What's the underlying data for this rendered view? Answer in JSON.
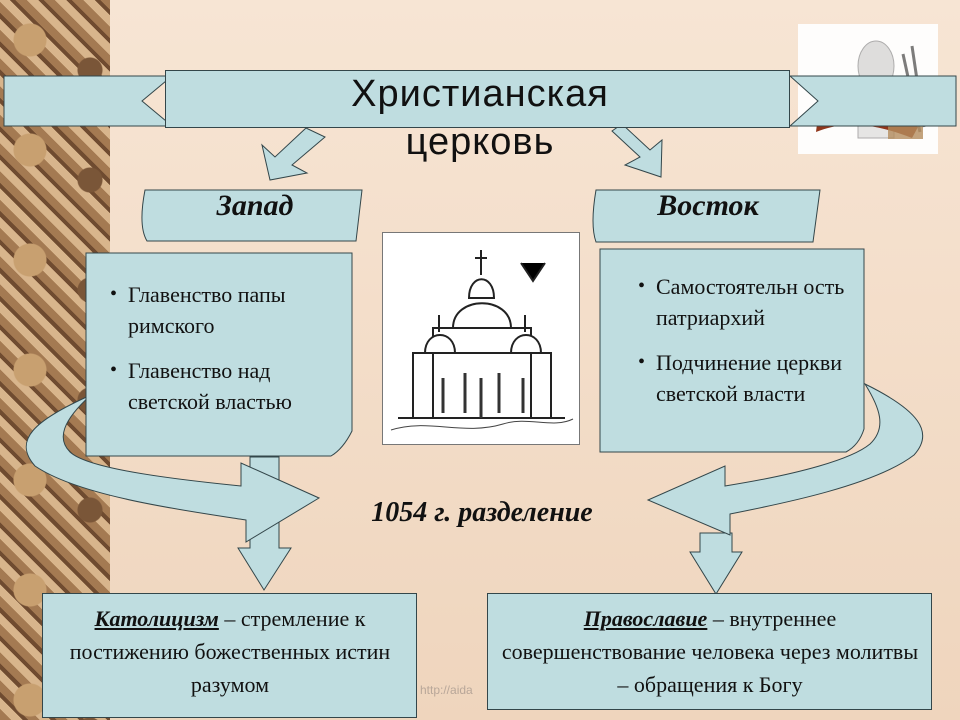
{
  "title": {
    "line1": "Христианская",
    "line2": "церковь"
  },
  "west": {
    "label": "Запад",
    "points": [
      "Главенство папы римского",
      "Главенство над светской властью"
    ]
  },
  "east": {
    "label": "Восток",
    "points": [
      "Самостоятельн ость патриархий",
      "Подчинение церкви светской власти"
    ]
  },
  "split": {
    "label": "1054 г. разделение"
  },
  "catholicism": {
    "term": "Католицизм",
    "description": " – стремление к постижению божественных истин разумом"
  },
  "orthodoxy": {
    "term": "Православие",
    "description": " – внутреннее совершенствование человека через молитвы – обращения к Богу"
  },
  "watermark": "http://aida"
}
